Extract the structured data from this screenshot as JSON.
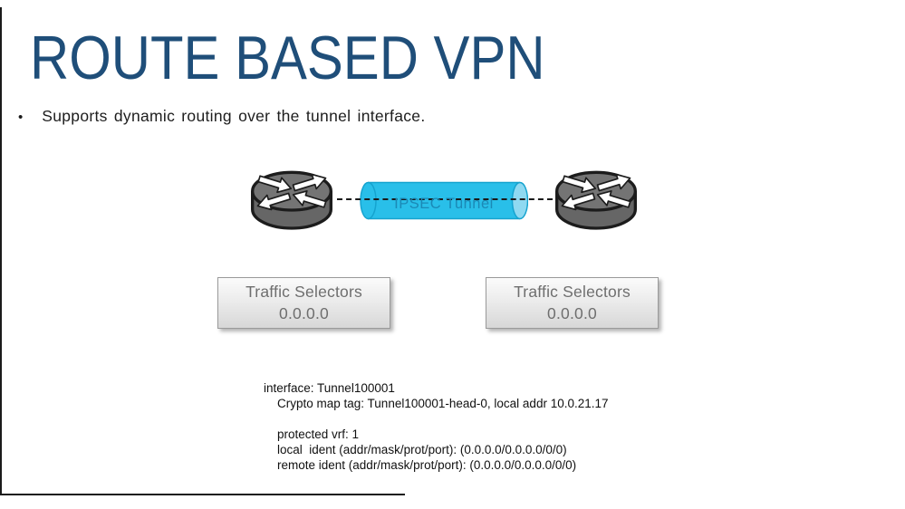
{
  "slide": {
    "title": "ROUTE BASED VPN",
    "bullet_glyph": "•",
    "bullet_text": "Supports dynamic routing over the tunnel interface."
  },
  "diagram": {
    "tunnel_label": "IPSEC Tunnel",
    "selectors": {
      "left": {
        "title": "Traffic Selectors",
        "value": "0.0.0.0"
      },
      "right": {
        "title": "Traffic Selectors",
        "value": "0.0.0.0"
      }
    },
    "icons": {
      "left_router": "router-icon",
      "right_router": "router-icon",
      "tunnel": "tunnel-cylinder-icon"
    }
  },
  "console_output": {
    "lines": [
      "interface: Tunnel100001",
      "    Crypto map tag: Tunnel100001-head-0, local addr 10.0.21.17",
      "",
      "    protected vrf: 1",
      "    local  ident (addr/mask/prot/port): (0.0.0.0/0.0.0.0/0/0)",
      "    remote ident (addr/mask/prot/port): (0.0.0.0/0.0.0.0/0/0)"
    ]
  },
  "colors": {
    "title_blue": "#1F4E79",
    "tunnel_cyan": "#29BFE9",
    "tunnel_cap_cyan": "#8FD9F1",
    "tunnel_label_teal": "#1B89B6",
    "router_gray": "#6F6F6F",
    "selector_text_gray": "#6E6E6E",
    "body_text": "#1A1A1A"
  }
}
